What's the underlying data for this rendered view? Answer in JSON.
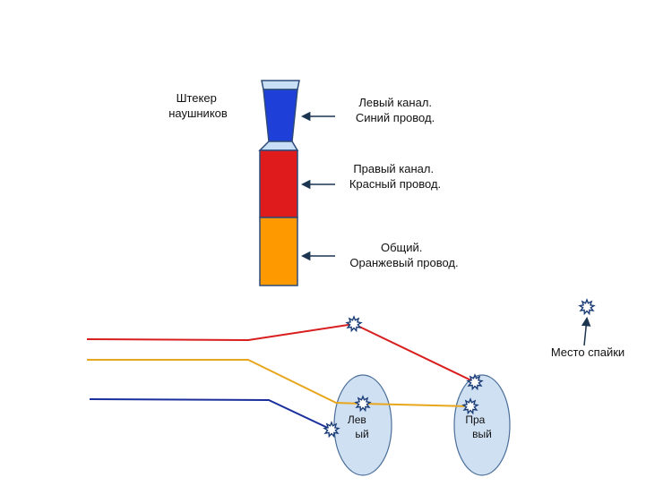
{
  "plug": {
    "title_line1": "Штекер",
    "title_line2": "наушников",
    "left_line1": "Левый канал.",
    "left_line2": "Синий провод.",
    "right_line1": "Правый канал.",
    "right_line2": "Красный провод.",
    "common_line1": "Общий.",
    "common_line2": "Оранжевый провод."
  },
  "wiring": {
    "left_line1": "Лев",
    "left_line2": "ый",
    "right_line1": "Пра",
    "right_line2": "вый",
    "solder_label": "Место спайки"
  },
  "colors": {
    "left_channel": "#1e3fd8",
    "right_channel": "#e01b1b",
    "common": "#ff9900",
    "wire_red": "#d81e1e",
    "wire_orange": "#e8a61c",
    "wire_blue": "#1a2f9c",
    "plug_outline": "#2d4a7a",
    "plug_ring": "#c8dff5",
    "earpiece_fill": "#cfe0f3",
    "earpiece_stroke": "#4b6f99",
    "arrow": "#1c3550",
    "solder_fill": "#ffffff",
    "solder_stroke": "#1b3d78"
  },
  "icons": {
    "arrow": "arrow-left-icon",
    "solder": "solder-point-icon"
  }
}
